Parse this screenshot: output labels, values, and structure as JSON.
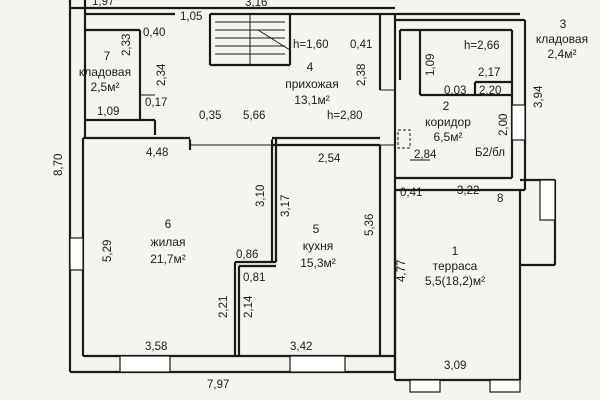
{
  "rooms": [
    {
      "number": "1",
      "name": "терраса",
      "area": "5,5(18,2)м²"
    },
    {
      "number": "2",
      "name": "коридор",
      "area": "6,5м²"
    },
    {
      "number": "3",
      "name": "кладовая",
      "area": "2,4м²"
    },
    {
      "number": "4",
      "name": "прихожая",
      "area": "13,1м²"
    },
    {
      "number": "5",
      "name": "кухня",
      "area": "15,3м²"
    },
    {
      "number": "6",
      "name": "жилая",
      "area": "21,7м²"
    },
    {
      "number": "7",
      "name": "кладовая",
      "area": "2,5м²"
    }
  ],
  "heights": {
    "h1": "h=1,60",
    "h2": "h=2,80",
    "h3": "h=2,66"
  },
  "marks": {
    "b2": "Б2/бл",
    "eight": "8"
  },
  "dims": {
    "d_1_97": "1,97",
    "d_1_05": "1,05",
    "d_3_16": "3,16",
    "d_0_40": "0,40",
    "d_2_33": "2,33",
    "d_2_34": "2,34",
    "d_0_17": "0,17",
    "d_1_09": "1,09",
    "d_0_41a": "0,41",
    "d_2_38": "2,38",
    "d_1_09b": "1,09",
    "d_0_03": "0,03",
    "d_2_17": "2,17",
    "d_2_20": "2,20",
    "d_3_94": "3,94",
    "d_2_00": "2,00",
    "d_0_35": "0,35",
    "d_5_66": "5,66",
    "d_4_48": "4,48",
    "d_2_54": "2,54",
    "d_2_84": "2,84",
    "d_0_41b": "0,41",
    "d_3_22": "3,22",
    "d_8_70": "8,70",
    "d_3_10": "3,10",
    "d_3_17": "3,17",
    "d_5_36": "5,36",
    "d_5_29": "5,29",
    "d_0_86": "0,86",
    "d_0_81": "0,81",
    "d_4_77": "4,77",
    "d_2_21": "2,21",
    "d_2_14": "2,14",
    "d_3_58": "3,58",
    "d_3_42": "3,42",
    "d_7_97": "7,97",
    "d_3_09": "3,09"
  }
}
